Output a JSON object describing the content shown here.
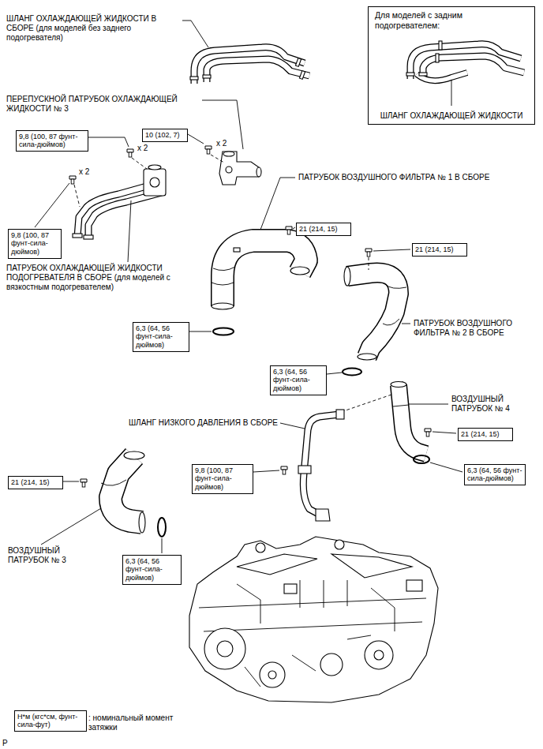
{
  "diagram": {
    "nodes": [
      {
        "text": [
          "Для моделей с задним подогревателем:",
          "ШЛАНГ ОХЛАЖДАЮЩЕЙ ЖИДКОСТИ"
        ]
      },
      {
        "text": [
          "9,8 (100, 87 фунт-сила-дюймов)"
        ]
      },
      {
        "text": [
          "10 (102, 7)"
        ]
      },
      {
        "text": [
          "21 (214, 15)"
        ]
      },
      {
        "text": [
          "9,8 (100, 87 фунт-сила-дюймов)"
        ]
      },
      {
        "text": [
          "21 (214, 15)"
        ]
      },
      {
        "text": [
          "6,3 (64, 56 фунт-сила-дюймов)"
        ]
      },
      {
        "text": [
          "6,3 (64, 56 фунт-сила-дюймов)"
        ]
      },
      {
        "text": [
          "21 (214, 15)"
        ]
      },
      {
        "text": [
          "9,8 (100, 87 фунт-сила-дюймов)"
        ]
      },
      {
        "text": [
          "6,3 (64, 56 фунт-сила-дюймов)"
        ]
      },
      {
        "text": [
          "21 (214, 15)"
        ]
      },
      {
        "text": [
          "6,3 (64, 56 фунт-сила-дюймов)"
        ]
      },
      {
        "text": [
          "Н*м (кгс*см, фунт-сила-фут)"
        ]
      }
    ],
    "labels": [
      "ШЛАНГ ОХЛАЖДАЮЩЕЙ ЖИДКОСТИ В СБОРЕ (для моделей без заднего подогревателя)",
      "ПЕРЕПУСКНОЙ ПАТРУБОК ОХЛАЖДАЮЩЕЙ ЖИДКОСТИ № 3",
      "x 2",
      "x 2",
      "x 2",
      "ПАТРУБОК ВОЗДУШНОГО ФИЛЬТРА № 1 В СБОРЕ",
      "ПАТРУБОК ОХЛАЖДАЮЩЕЙ ЖИДКОСТИ ПОДОГРЕВАТЕЛЯ В СБОРЕ (для моделей с вязкостным подогревателем)",
      "ПАТРУБОК ВОЗДУШНОГО ФИЛЬТРА № 2 В СБОРЕ",
      "ВОЗДУШНЫЙ ПАТРУБОК № 4",
      "ШЛАНГ НИЗКОГО ДАВЛЕНИЯ В СБОРЕ",
      "ВОЗДУШНЫЙ ПАТРУБОК № 3",
      ": номинальный момент затяжки",
      "P"
    ]
  }
}
